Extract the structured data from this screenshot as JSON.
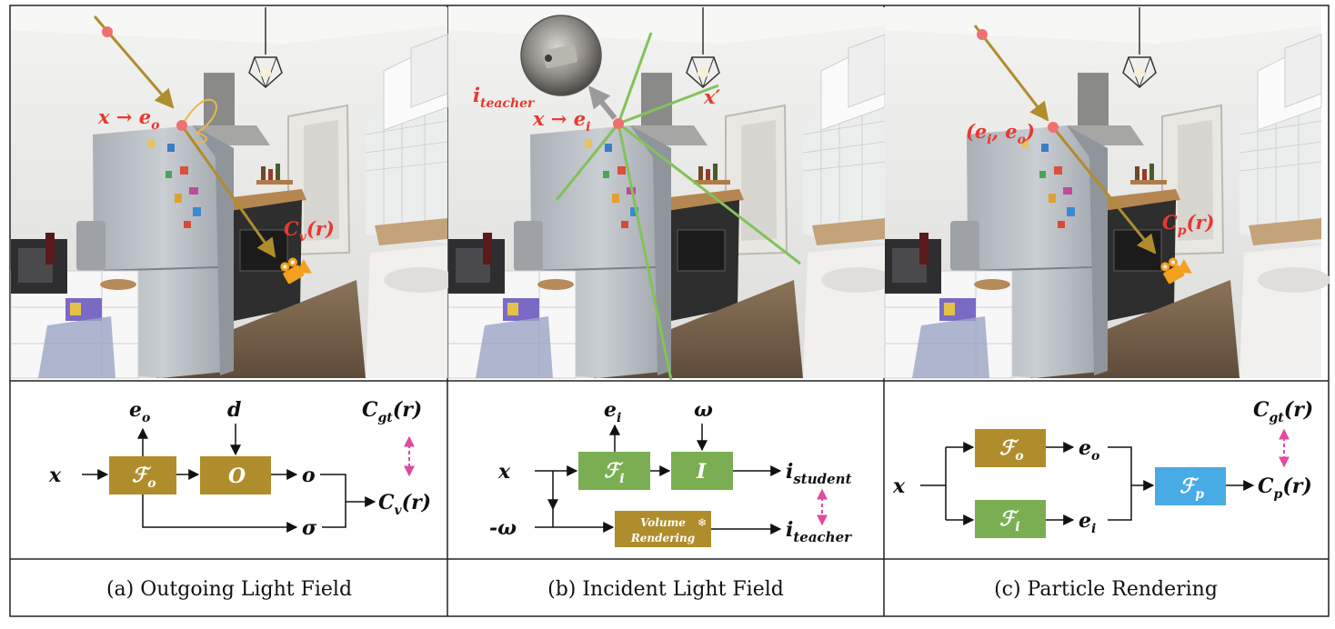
{
  "colors": {
    "gold": "#b08d2c",
    "green": "#7bae52",
    "blue": "#48abe6",
    "red_label": "#e8382f",
    "pink_arrow": "#e04aa0",
    "ray_green": "#82c25a"
  },
  "panels": [
    {
      "caption": "(a) Outgoing Light Field",
      "photo_labels": {
        "point": "x → e",
        "point_sub": "o",
        "camera": "C",
        "camera_sub": "v",
        "camera_arg": "(r)"
      },
      "diagram": {
        "input_x": "x",
        "box_fo": "ℱ",
        "box_fo_sub": "o",
        "box_o": "O",
        "out_eo": "e",
        "out_eo_sub": "o",
        "in_d": "d",
        "out_o": "o",
        "out_sigma": "σ",
        "cgt": "C",
        "cgt_sub": "gt",
        "cgt_arg": "(r)",
        "cv": "C",
        "cv_sub": "v",
        "cv_arg": "(r)"
      }
    },
    {
      "caption": "(b) Incident Light Field",
      "photo_labels": {
        "teacher": "i",
        "teacher_sub": "teacher",
        "point": "x → e",
        "point_sub": "i",
        "xprime": "x′"
      },
      "diagram": {
        "input_x": "x",
        "input_w": "-ω",
        "box_fi": "ℱ",
        "box_fi_sub": "i",
        "box_i": "I",
        "out_ei": "e",
        "out_ei_sub": "i",
        "in_w": "ω",
        "vol_line1": "Volume",
        "vol_line2": "Rendering",
        "student": "i",
        "student_sub": "student",
        "teacher": "i",
        "teacher_sub": "teacher"
      }
    },
    {
      "caption": "(c) Particle Rendering",
      "photo_labels": {
        "point": "(e",
        "point_sub1": "i",
        "point_mid": ", e",
        "point_sub2": "o",
        "point_end": ")",
        "camera": "C",
        "camera_sub": "p",
        "camera_arg": "(r)"
      },
      "diagram": {
        "input_x": "x",
        "box_fo": "ℱ",
        "box_fo_sub": "o",
        "box_fi": "ℱ",
        "box_fi_sub": "i",
        "box_fp": "ℱ",
        "box_fp_sub": "p",
        "out_eo": "e",
        "out_eo_sub": "o",
        "out_ei": "e",
        "out_ei_sub": "i",
        "cgt": "C",
        "cgt_sub": "gt",
        "cgt_arg": "(r)",
        "cp": "C",
        "cp_sub": "p",
        "cp_arg": "(r)"
      }
    }
  ]
}
